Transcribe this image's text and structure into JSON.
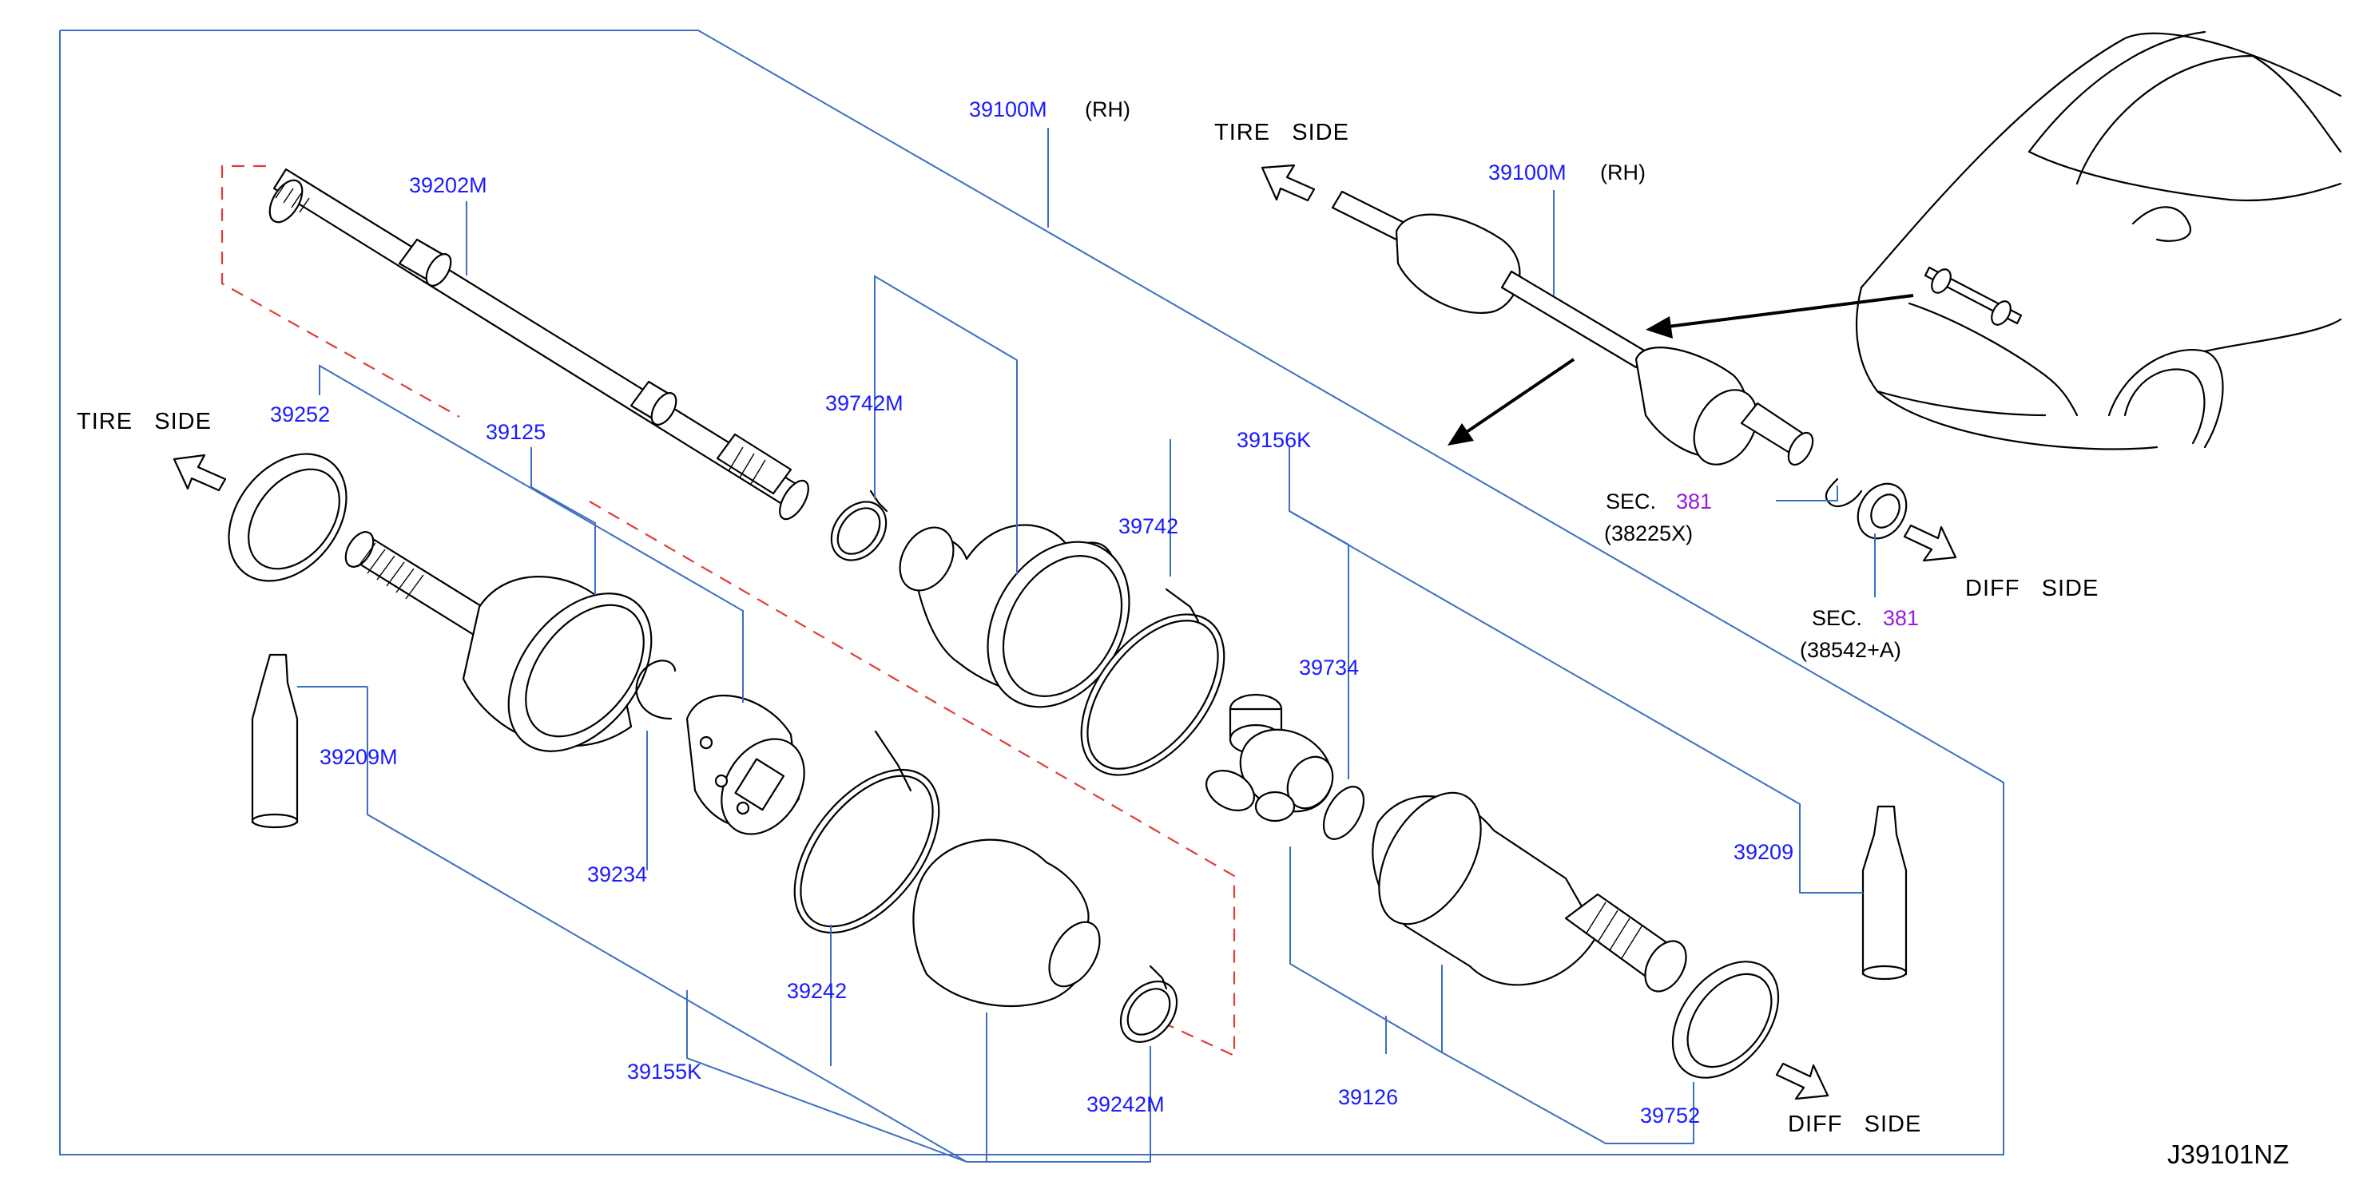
{
  "diagram": {
    "code": "J39101NZ",
    "labels": {
      "p39100M_main": "39100M",
      "rh_main": "(RH)",
      "p39100M_inset": "39100M",
      "rh_inset": "(RH)",
      "p39202M": "39202M",
      "p39742M": "39742M",
      "p39252": "39252",
      "p39125": "39125",
      "p39742": "39742",
      "p39156K": "39156K",
      "p39734": "39734",
      "p39209M": "39209M",
      "p39234": "39234",
      "p39209": "39209",
      "p39242": "39242",
      "p39155K": "39155K",
      "p39242M": "39242M",
      "p39126": "39126",
      "p39752": "39752"
    },
    "sides": {
      "tire_side_left": "TIRE   SIDE",
      "tire_side_inset": "TIRE   SIDE",
      "diff_side_inset": "DIFF   SIDE",
      "diff_side_bottom": "DIFF   SIDE"
    },
    "sec_refs": {
      "sec_label_1": "SEC.",
      "sec_num_1": "381",
      "sec_sub_1": "(38225X)",
      "sec_label_2": "SEC.",
      "sec_num_2": "381",
      "sec_sub_2": "(38542+A)"
    },
    "colors": {
      "part_number": "#1a1aff",
      "sec_number": "#9a1ad6",
      "leader": "#3c6fc0",
      "dashed": "#e23b3b"
    }
  }
}
